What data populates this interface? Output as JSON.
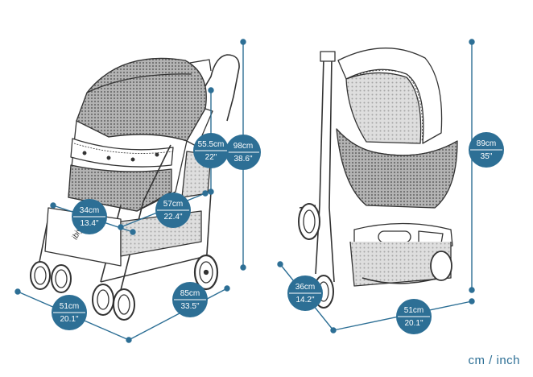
{
  "colors": {
    "accent": "#2d6f95",
    "line": "#333333",
    "mesh": "#9a9a9a",
    "light_mesh": "#cfcfcf"
  },
  "brand_text": "ibiyaya",
  "units_note": "cm / inch",
  "views": {
    "open": {
      "dimensions": [
        {
          "id": "total-height",
          "cm": "98cm",
          "inch": "38.6\""
        },
        {
          "id": "handle-height",
          "cm": "55.5cm",
          "inch": "22\""
        },
        {
          "id": "seat-length",
          "cm": "57cm",
          "inch": "22.4\""
        },
        {
          "id": "seat-width",
          "cm": "34cm",
          "inch": "13.4\""
        },
        {
          "id": "base-length",
          "cm": "85cm",
          "inch": "33.5\""
        },
        {
          "id": "base-width",
          "cm": "51cm",
          "inch": "20.1\""
        }
      ]
    },
    "folded": {
      "dimensions": [
        {
          "id": "folded-height",
          "cm": "89cm",
          "inch": "35\""
        },
        {
          "id": "folded-depth",
          "cm": "36cm",
          "inch": "14.2\""
        },
        {
          "id": "folded-width",
          "cm": "51cm",
          "inch": "20.1\""
        }
      ]
    }
  }
}
